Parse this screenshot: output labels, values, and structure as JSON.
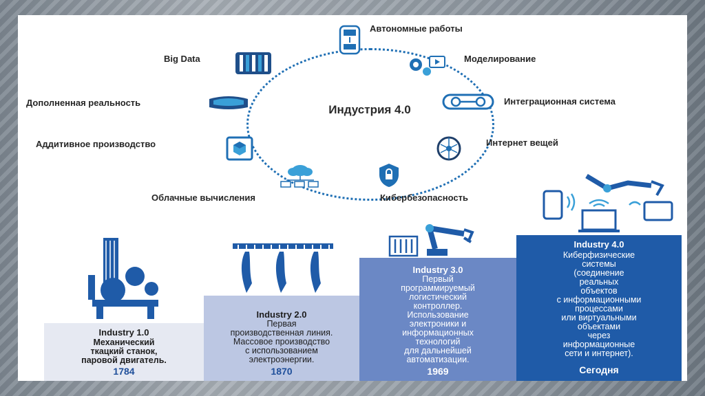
{
  "diagram": {
    "center_title": "Индустрия 4.0",
    "nodes": [
      {
        "key": "autonomous",
        "label": "Автономные работы"
      },
      {
        "key": "modeling",
        "label": "Моделирование"
      },
      {
        "key": "integration",
        "label": "Интеграционная система"
      },
      {
        "key": "iot",
        "label": "Интернет вещей"
      },
      {
        "key": "cybersecurity",
        "label": "Кибербезопасность"
      },
      {
        "key": "cloud",
        "label": "Облачные вычисления"
      },
      {
        "key": "additive",
        "label": "Аддитивное производство"
      },
      {
        "key": "ar",
        "label": "Дополненная реальность"
      },
      {
        "key": "bigdata",
        "label": "Big Data"
      }
    ]
  },
  "stages": [
    {
      "name": "Industry 1.0",
      "desc": [
        "Механический",
        "ткацкий станок,",
        "паровой двигатель."
      ],
      "year": "1784"
    },
    {
      "name": "Industry 2.0",
      "desc": [
        "Первая",
        "производственная линия.",
        "Массовое производство",
        "с использованием",
        "электроэнергии."
      ],
      "year": "1870"
    },
    {
      "name": "Industry 3.0",
      "desc": [
        "Первый",
        "программируемый",
        "логистический",
        "контроллер.",
        "Использование",
        "электроники и",
        "информационных",
        "технологий",
        "для дальнейшей",
        "автоматизации."
      ],
      "year": "1969"
    },
    {
      "name": "Industry 4.0",
      "desc": [
        "Киберфизические",
        "системы",
        "(соединение",
        "реальных",
        "объектов",
        "с информационными",
        "процессами",
        "или виртуальными",
        "объектами",
        "через",
        "информационные",
        "сети и интернет)."
      ],
      "year": "Сегодня"
    }
  ],
  "colors": {
    "accent": "#1f6fb4",
    "stage1": "#e6e9f2",
    "stage2": "#bcc7e3",
    "stage3": "#6b88c5",
    "stage4": "#1f5ba8"
  }
}
